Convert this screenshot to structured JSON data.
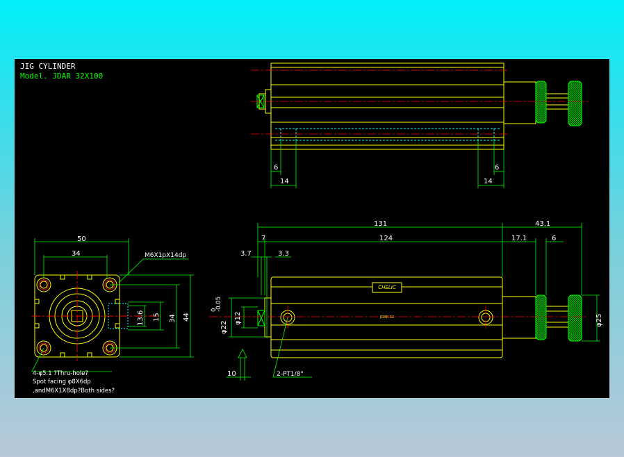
{
  "title": {
    "main": "JIG CYLINDER",
    "model": "Model.  JDAR  32X100"
  },
  "colors": {
    "background": "#000000",
    "outline": "#ffff00",
    "dimension": "#00ff00",
    "centerline": "#ff0000",
    "hidden": "#00ffff",
    "knob": "#00c800",
    "frame_gradient_top": "#00f0f8",
    "frame_gradient_bottom": "#b8c8d8"
  },
  "top_view": {
    "dims": {
      "left_6": "6",
      "left_14": "14",
      "right_6": "6",
      "right_14": "14"
    }
  },
  "end_view": {
    "dims": {
      "width_50": "50",
      "width_34": "34",
      "height_44": "44",
      "height_34": "34",
      "height_15": "15",
      "height_13_6": "13.6"
    },
    "labels": {
      "thread": "M6X1pX14dp",
      "holes": "4-φ5.1 ?Thru-hole?",
      "spot": "Spot facing  φ8X6dp",
      "tap": ",andM6X1X8dp?Both sides?"
    }
  },
  "side_view": {
    "dims": {
      "total_131": "131",
      "body_124": "124",
      "rod_7": "7",
      "knob_43_1": "43.1",
      "knob_17_1": "17.1",
      "knob_6": "6",
      "d_3_7": "3.7",
      "d_3_3": "3.3",
      "d_10": "10",
      "rod_dia": "φ22",
      "rod_tol_top": "0",
      "rod_tol_bot": "-0.05",
      "dia_12": "φ12",
      "dia_25": "φ25"
    },
    "labels": {
      "port": "2-PT1/8\"",
      "brand": "CHELIC",
      "model_mark": "JDAR 32"
    }
  }
}
